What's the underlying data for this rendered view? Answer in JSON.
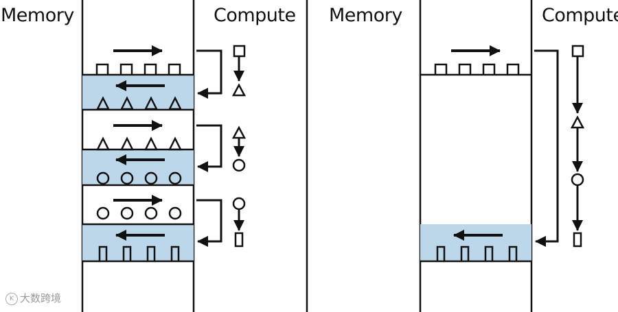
{
  "diagram": {
    "left_panel": {
      "memory_label": "Memory",
      "compute_label": "Compute",
      "stages": 3
    },
    "right_panel": {
      "memory_label": "Memory",
      "compute_label": "Compute",
      "stages": 1
    },
    "colors": {
      "buffer_fill": "#bcd6ea",
      "line": "#111111"
    }
  },
  "watermark": {
    "text": "大数跨境",
    "logo": "K"
  }
}
